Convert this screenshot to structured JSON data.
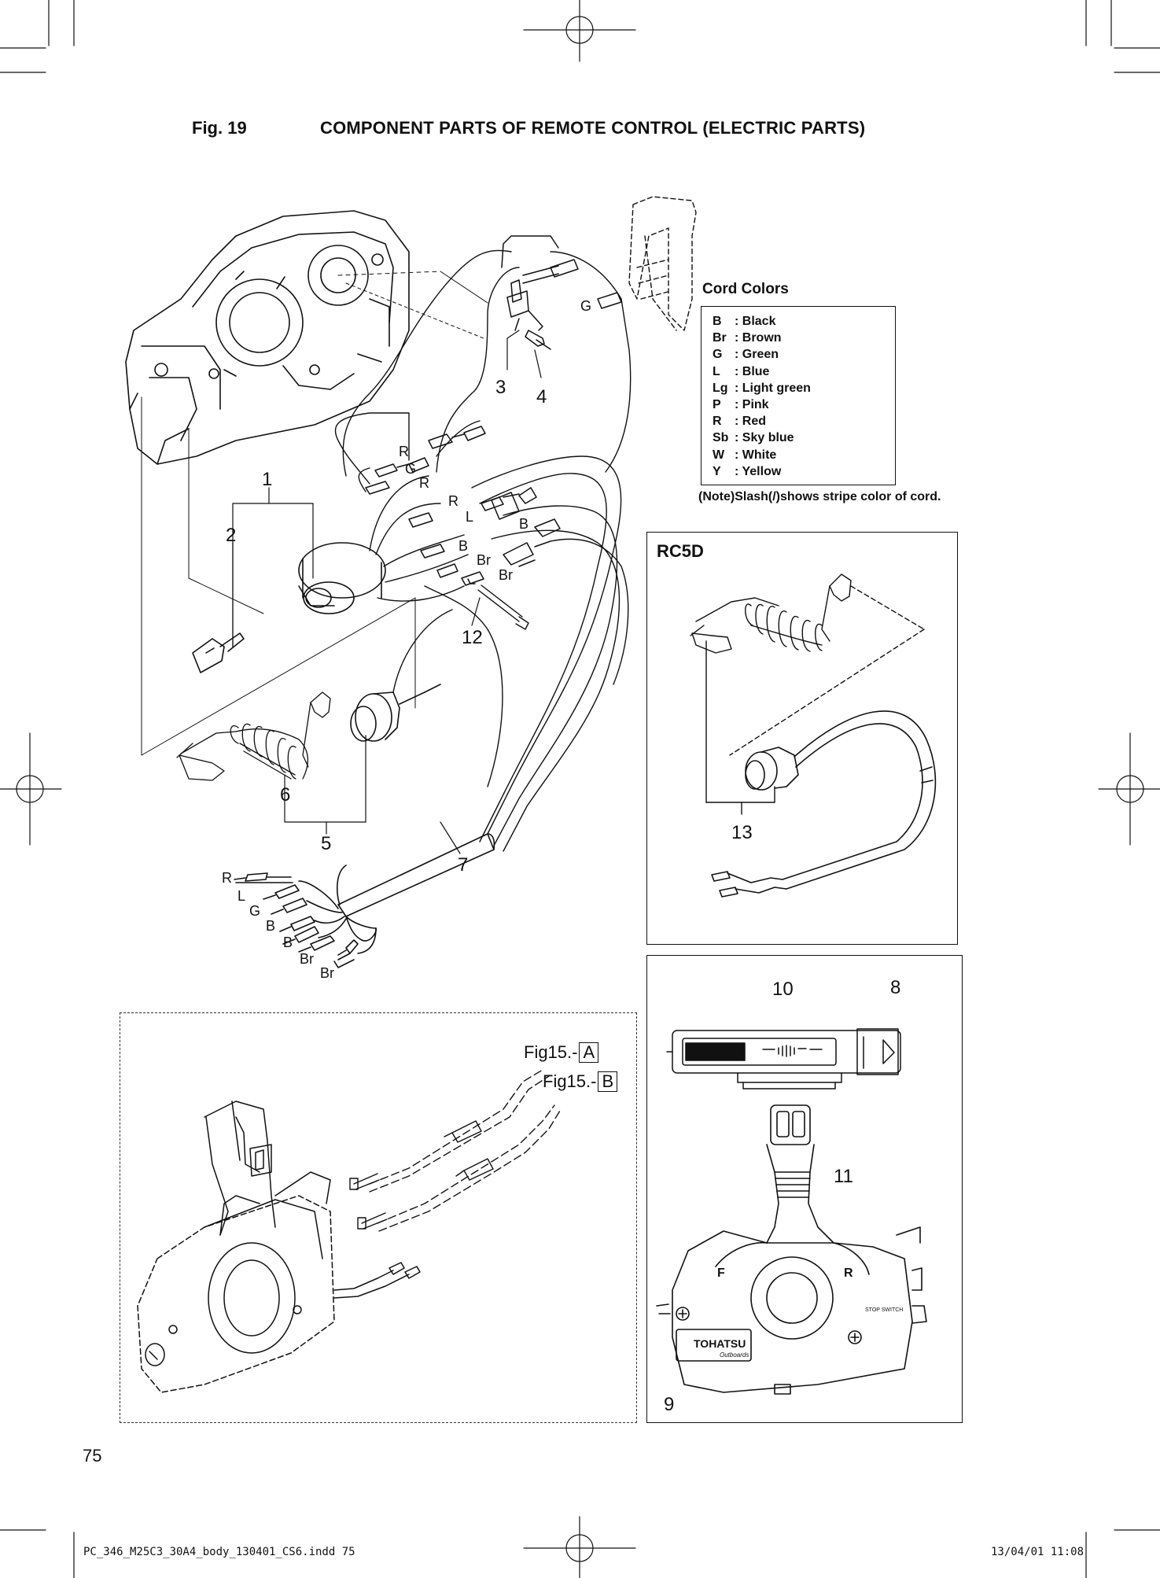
{
  "header": {
    "fig_label": "Fig. 19",
    "title": "COMPONENT PARTS OF REMOTE CONTROL (ELECTRIC PARTS)"
  },
  "cord_colors": {
    "title": "Cord Colors",
    "items": [
      {
        "code": "B",
        "name": ": Black"
      },
      {
        "code": "Br",
        "name": ": Brown"
      },
      {
        "code": "G",
        "name": ": Green"
      },
      {
        "code": "L",
        "name": ": Blue"
      },
      {
        "code": "Lg",
        "name": ": Light green"
      },
      {
        "code": "P",
        "name": ": Pink"
      },
      {
        "code": "R",
        "name": ": Red"
      },
      {
        "code": "Sb",
        "name": ": Sky blue"
      },
      {
        "code": "W",
        "name": ": White"
      },
      {
        "code": "Y",
        "name": ": Yellow"
      }
    ],
    "note": "(Note)Slash(/)shows stripe color of cord."
  },
  "rc5d_label": "RC5D",
  "callouts": {
    "c1": "1",
    "c2": "2",
    "c3": "3",
    "c4": "4",
    "c5": "5",
    "c6": "6",
    "c7": "7",
    "c8": "8",
    "c9": "9",
    "c10": "10",
    "c11": "11",
    "c12": "12",
    "c13": "13"
  },
  "wire_labels": {
    "top_g": "G",
    "r1": "R",
    "g1": "G",
    "r2": "R",
    "r3": "R",
    "l1": "L",
    "b1": "B",
    "b2": "B",
    "br1": "Br",
    "br2": "Br",
    "h_r": "R",
    "h_l": "L",
    "h_g": "G",
    "h_b1": "B",
    "h_b2": "B",
    "h_br1": "Br",
    "h_br2": "Br"
  },
  "refs": {
    "a_prefix": "Fig15.-",
    "a_box": "A",
    "b_prefix": "Fig15.-",
    "b_box": "B"
  },
  "switch_panel": {
    "f_mark": "F",
    "r_mark": "R",
    "brand": "TOHATSU",
    "brand_sub": "Outboards",
    "stop_switch": "STOP SWITCH"
  },
  "footer": {
    "page_number": "75",
    "file": "PC_346_M25C3_30A4_body_130401_CS6.indd   75",
    "date": "13/04/01   11:08"
  },
  "colors": {
    "ink": "#111111",
    "paper": "#ffffff"
  }
}
